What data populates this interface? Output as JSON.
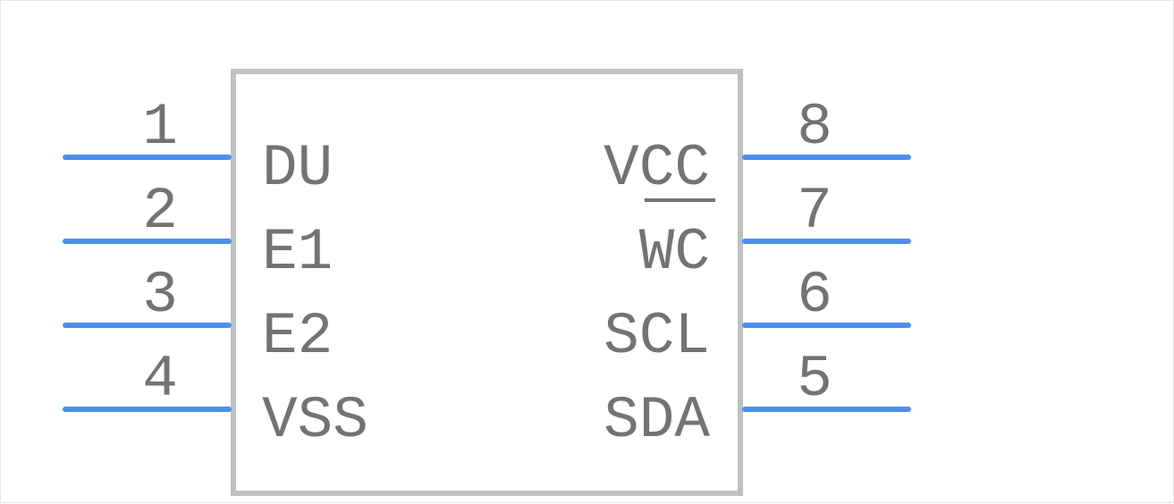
{
  "colors": {
    "body_outline": "#c0c0c0",
    "pin_line": "#4a90f0",
    "text": "#737373",
    "background": "#ffffff"
  },
  "component": {
    "left_pins": [
      {
        "number": "1",
        "name": "DU",
        "overbar": false
      },
      {
        "number": "2",
        "name": "E1",
        "overbar": false
      },
      {
        "number": "3",
        "name": "E2",
        "overbar": false
      },
      {
        "number": "4",
        "name": "VSS",
        "overbar": false
      }
    ],
    "right_pins": [
      {
        "number": "8",
        "name": "VCC",
        "overbar": false
      },
      {
        "number": "7",
        "name": "WC",
        "overbar": true
      },
      {
        "number": "6",
        "name": "SCL",
        "overbar": false
      },
      {
        "number": "5",
        "name": "SDA",
        "overbar": false
      }
    ]
  }
}
